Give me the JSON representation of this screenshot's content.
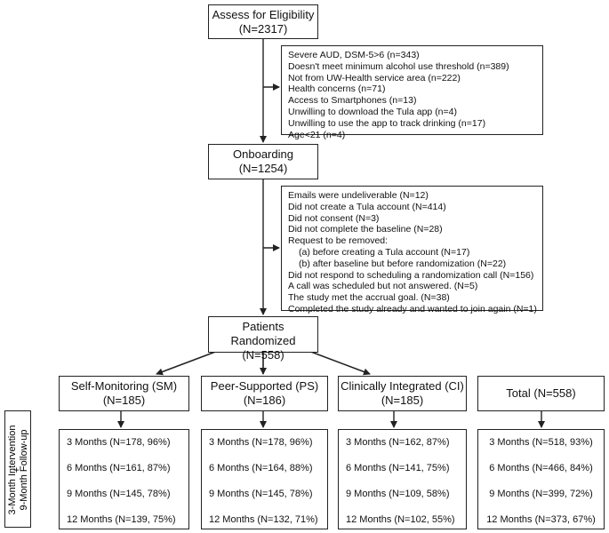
{
  "assess": {
    "title": "Assess for Eligibility",
    "count": "(N=2317)"
  },
  "excluded1": [
    "Severe AUD, DSM-5>6 (n=343)",
    "Doesn't meet minimum alcohol use threshold (n=389)",
    "Not from UW-Health service area (n=222)",
    "Health concerns (n=71)",
    "Access to Smartphones (n=13)",
    "Unwilling to download the Tula app (n=4)",
    "Unwilling to use the app to track drinking (n=17)",
    "Age<21 (n=4)"
  ],
  "onboarding": {
    "title": "Onboarding",
    "count": "(N=1254)"
  },
  "excluded2": {
    "before": [
      "Emails were undeliverable (N=12)",
      "Did not create a Tula account (N=414)",
      "Did not consent (N=3)",
      "Did not complete the baseline (N=28)",
      "Request to be removed:"
    ],
    "sub": [
      "(a) before creating a Tula account (N=17)",
      "(b) after baseline but before randomization (N=22)"
    ],
    "after": [
      "Did not respond to scheduling a randomization call (N=156)",
      "A call was scheduled but not answered. (N=5)",
      "The study met the accrual goal. (N=38)",
      "Completed the study already and wanted to join again (N=1)"
    ]
  },
  "randomized": {
    "title": "Patients Randomized",
    "count": "(N=558)"
  },
  "side_label": {
    "line1": "3-Month Intervention",
    "plus": "+",
    "line2": "9-Month Follow-up"
  },
  "arms": [
    {
      "title": "Self-Monitoring (SM)",
      "count": "(N=185)",
      "followup": [
        "3 Months (N=178, 96%)",
        "6 Months (N=161, 87%)",
        "9 Months (N=145, 78%)",
        "12 Months (N=139, 75%)"
      ]
    },
    {
      "title": "Peer-Supported (PS)",
      "count": "(N=186)",
      "followup": [
        "3 Months (N=178, 96%)",
        "6 Months (N=164, 88%)",
        "9 Months (N=145, 78%)",
        "12 Months (N=132, 71%)"
      ]
    },
    {
      "title": "Clinically Integrated (CI)",
      "count": "(N=185)",
      "followup": [
        "3 Months (N=162, 87%)",
        "6 Months (N=141, 75%)",
        "9 Months (N=109, 58%)",
        "12 Months (N=102, 55%)"
      ]
    },
    {
      "title": "Total (N=558)",
      "count": "",
      "followup": [
        "3 Months (N=518, 93%)",
        "6 Months (N=466, 84%)",
        "9 Months (N=399, 72%)",
        "12 Months (N=373, 67%)"
      ]
    }
  ]
}
